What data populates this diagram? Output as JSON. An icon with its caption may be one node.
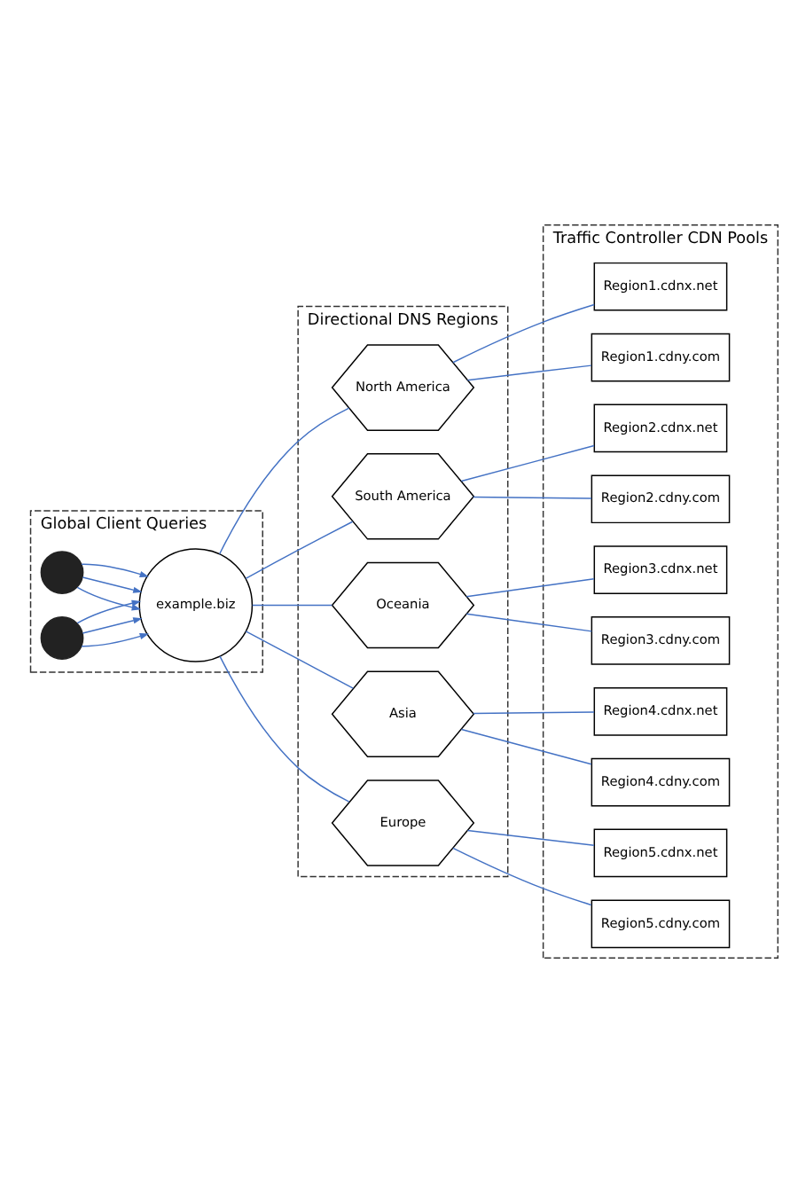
{
  "diagram": {
    "nodes": [
      {
        "text": [
          "Global Client Queries"
        ]
      },
      {
        "text": [
          "Directional DNS Regions"
        ]
      },
      {
        "text": [
          "Traffic Controller CDN Pools"
        ]
      },
      {
        "text": [],
        "shape": "person",
        "in": 0
      },
      {
        "text": [
          "example.biz"
        ],
        "in": 0
      },
      {
        "text": [],
        "shape": "person",
        "in": 0
      },
      {
        "text": [
          "North America"
        ],
        "in": 1
      },
      {
        "text": [
          "South America"
        ],
        "in": 1
      },
      {
        "text": [
          "Oceania"
        ],
        "in": 1
      },
      {
        "text": [
          "Asia"
        ],
        "in": 1
      },
      {
        "text": [
          "Europe"
        ],
        "in": 1
      },
      {
        "text": [
          "Region1.cdnx.net"
        ],
        "in": 2
      },
      {
        "text": [
          "Region1.cdny.com"
        ],
        "in": 2
      },
      {
        "text": [
          "Region2.cdnx.net"
        ],
        "in": 2
      },
      {
        "text": [
          "Region2.cdny.com"
        ],
        "in": 2
      },
      {
        "text": [
          "Region3.cdnx.net"
        ],
        "in": 2
      },
      {
        "text": [
          "Region3.cdny.com"
        ],
        "in": 2
      },
      {
        "text": [
          "Region4.cdnx.net"
        ],
        "in": 2
      },
      {
        "text": [
          "Region4.cdny.com"
        ],
        "in": 2
      },
      {
        "text": [
          "Region5.cdnx.net"
        ],
        "in": 2
      },
      {
        "text": [
          "Region5.cdny.com"
        ],
        "in": 2
      }
    ],
    "edges": [
      {
        "from": 3,
        "to": 4,
        "arrow": "to"
      },
      {
        "from": 3,
        "to": 4,
        "arrow": "to"
      },
      {
        "from": 3,
        "to": 4,
        "arrow": "to"
      },
      {
        "from": 5,
        "to": 4,
        "arrow": "to"
      },
      {
        "from": 5,
        "to": 4,
        "arrow": "to"
      },
      {
        "from": 5,
        "to": 4,
        "arrow": "to"
      },
      {
        "from": 4,
        "to": 6,
        "arrow": "none"
      },
      {
        "from": 4,
        "to": 7,
        "arrow": "none"
      },
      {
        "from": 4,
        "to": 8,
        "arrow": "none"
      },
      {
        "from": 4,
        "to": 9,
        "arrow": "none"
      },
      {
        "from": 4,
        "to": 10,
        "arrow": "none"
      },
      {
        "from": 6,
        "to": 11,
        "arrow": "none"
      },
      {
        "from": 6,
        "to": 12,
        "arrow": "none"
      },
      {
        "from": 7,
        "to": 13,
        "arrow": "none"
      },
      {
        "from": 7,
        "to": 14,
        "arrow": "none"
      },
      {
        "from": 8,
        "to": 15,
        "arrow": "none"
      },
      {
        "from": 8,
        "to": 16,
        "arrow": "none"
      },
      {
        "from": 9,
        "to": 17,
        "arrow": "none"
      },
      {
        "from": 9,
        "to": 18,
        "arrow": "none"
      },
      {
        "from": 10,
        "to": 19,
        "arrow": "none"
      },
      {
        "from": 10,
        "to": 20,
        "arrow": "none"
      }
    ]
  }
}
